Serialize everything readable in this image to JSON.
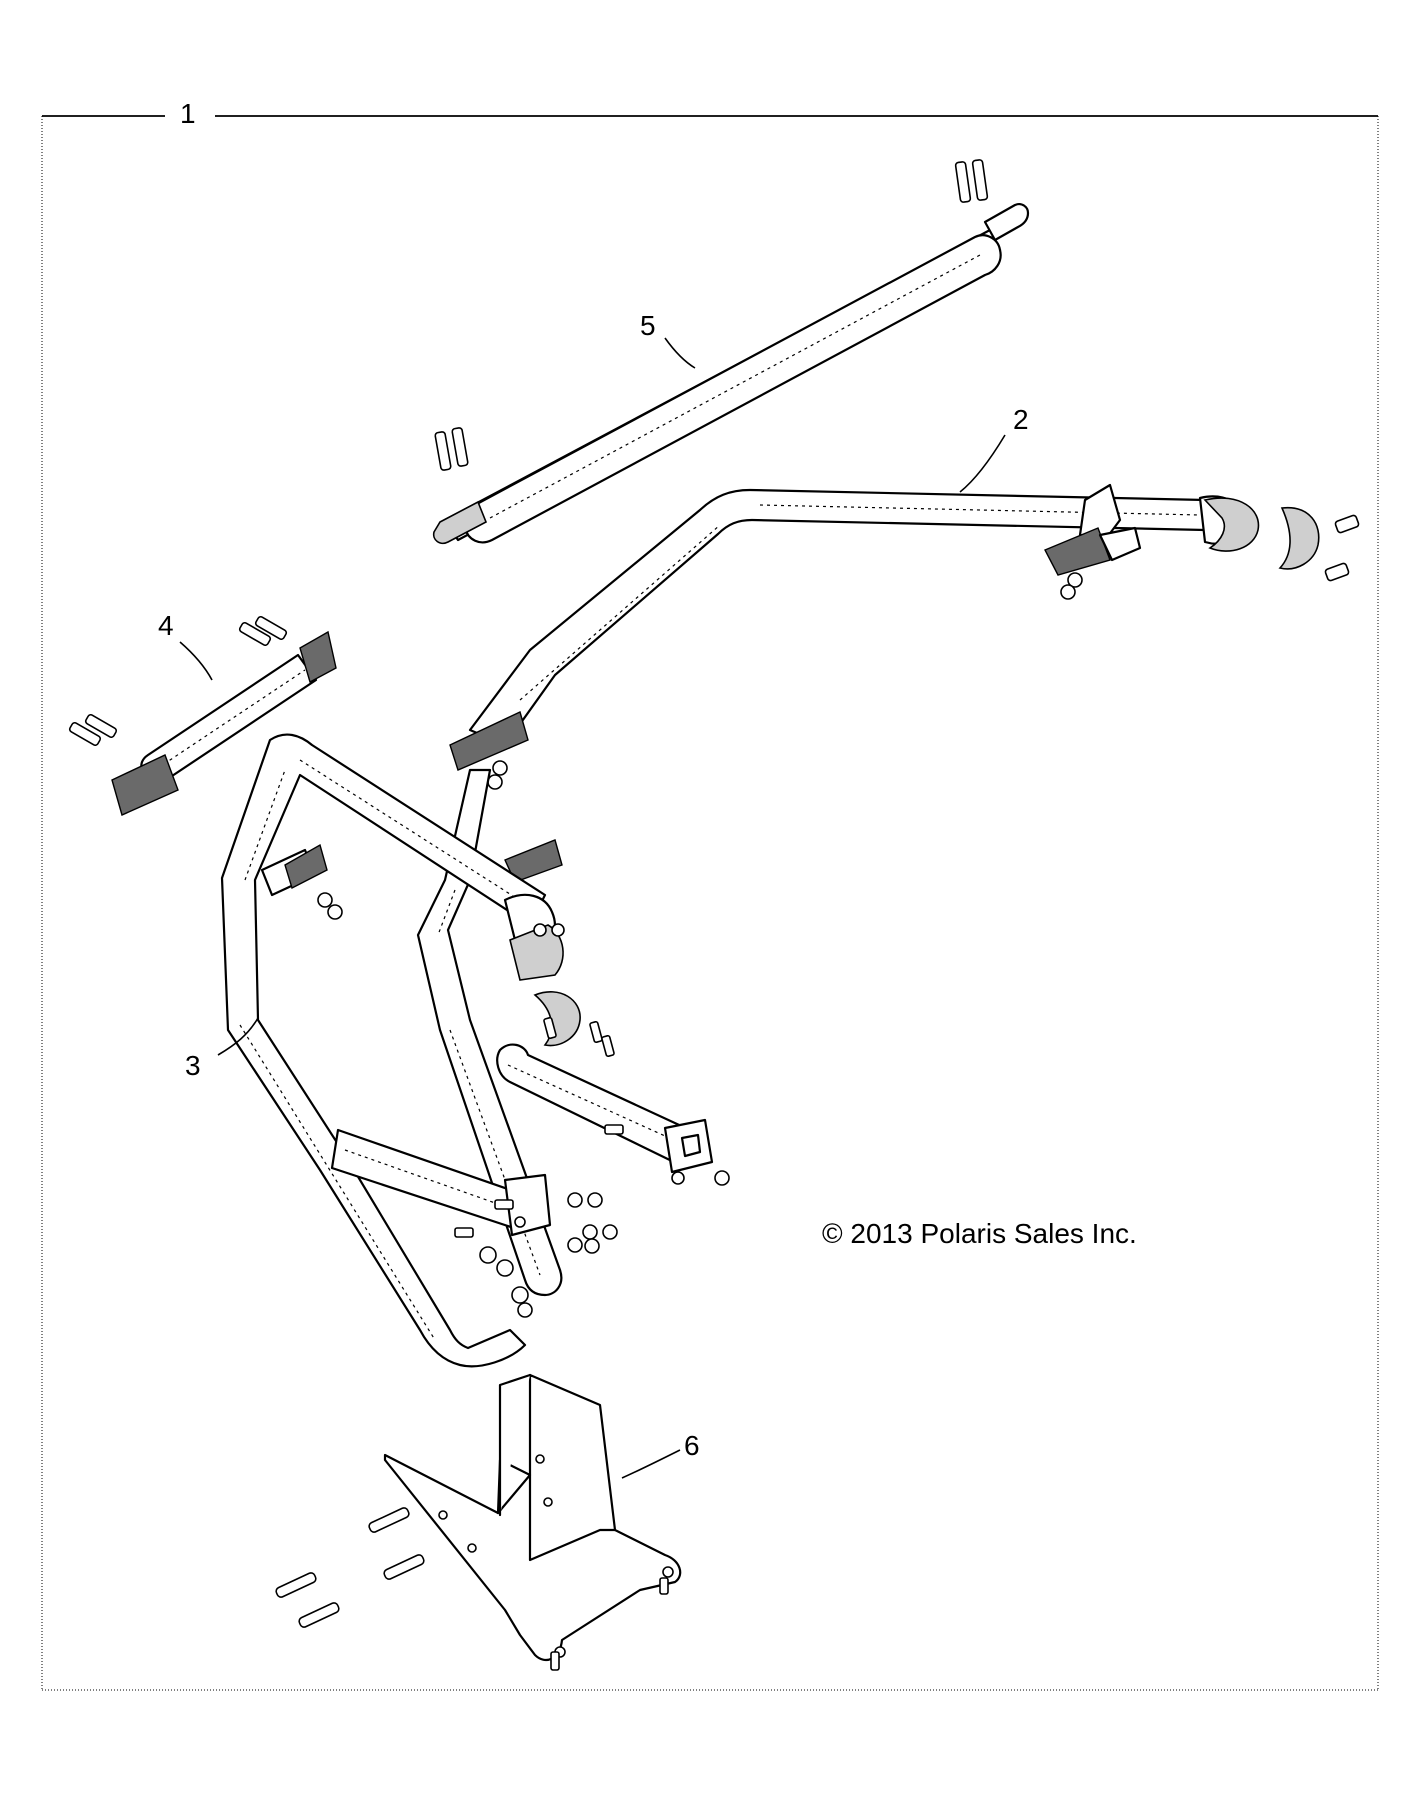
{
  "diagram": {
    "callouts": {
      "assembly": "1",
      "part2": "2",
      "part3": "3",
      "part4": "4",
      "part5": "5",
      "part6": "6"
    },
    "copyright": "© 2013 Polaris Sales Inc."
  }
}
